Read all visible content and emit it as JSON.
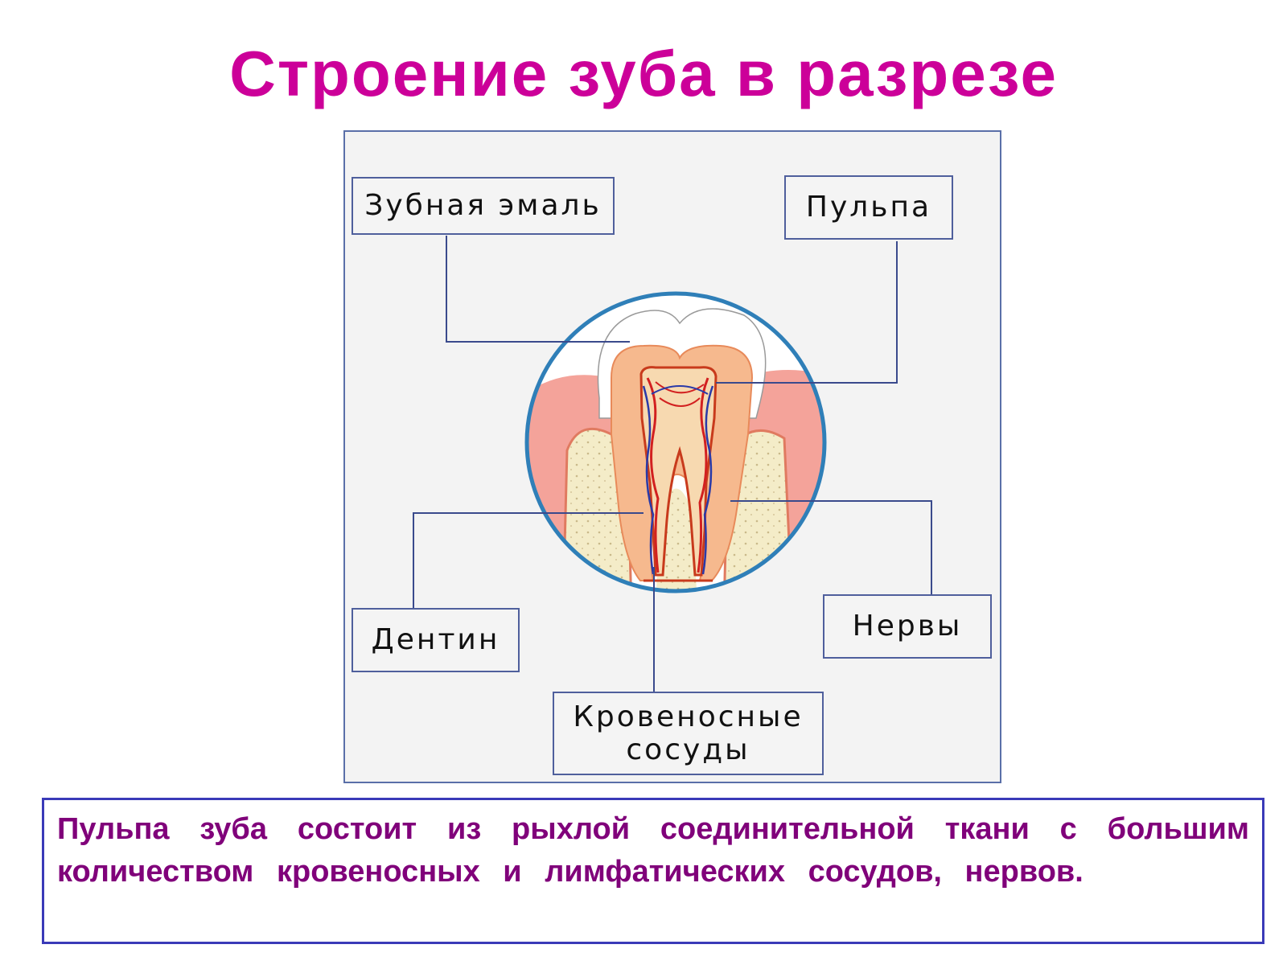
{
  "title": "Строение зуба в разрезе",
  "labels": {
    "enamel": "Зубная эмаль",
    "pulp": "Пульпа",
    "dentin": "Дентин",
    "nerves": "Нервы",
    "vessels_line1": "Кровеносные",
    "vessels_line2": "сосуды"
  },
  "caption": "Пульпа зуба состоит из рыхлой соединительной ткани с большим количеством кровеносных и лимфатических сосудов, нервов.",
  "colors": {
    "title": "#cc0099",
    "caption_text": "#80007a",
    "caption_border": "#3a3ab8",
    "frame_border": "#5a6fa8",
    "leader_lines": "#3a4a8c",
    "circle_border": "#2f7fb8",
    "gum": "#f4a39a",
    "bone": "#f4ecc8",
    "dentin": "#f6b98e",
    "pulp": "#f7d9b0",
    "enamel": "#ffffff",
    "vessel_red": "#d22020",
    "nerve_blue": "#2a3aa8"
  }
}
